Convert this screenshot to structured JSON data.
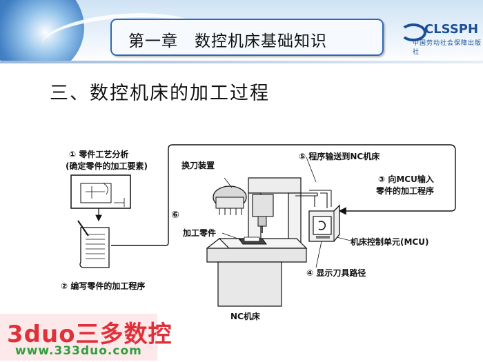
{
  "header": {
    "chapter_title": "第一章　数控机床基础知识",
    "logo_text": "CLSSPH",
    "logo_subtext": "中国劳动社会保障出版社"
  },
  "section": {
    "title": "三、数控机床的加工过程"
  },
  "diagram": {
    "labels": {
      "step1_line1": "① 零件工艺分析",
      "step1_line2": "(确定零件的加工要素)",
      "step2": "② 编写零件的加工程序",
      "step3_line1": "③ 向MCU输入",
      "step3_line2": "零件的加工程序",
      "step4": "④ 显示刀具路径",
      "step5": "⑤ 程序输送到NC机床",
      "step6": "⑥",
      "tool_changer": "换刀装置",
      "workpiece": "加工零件",
      "mcu": "机床控制单元(MCU)",
      "machine": "NC机床"
    }
  },
  "watermark": {
    "main": "3duo三多数控",
    "url": "www.333duo.com"
  }
}
